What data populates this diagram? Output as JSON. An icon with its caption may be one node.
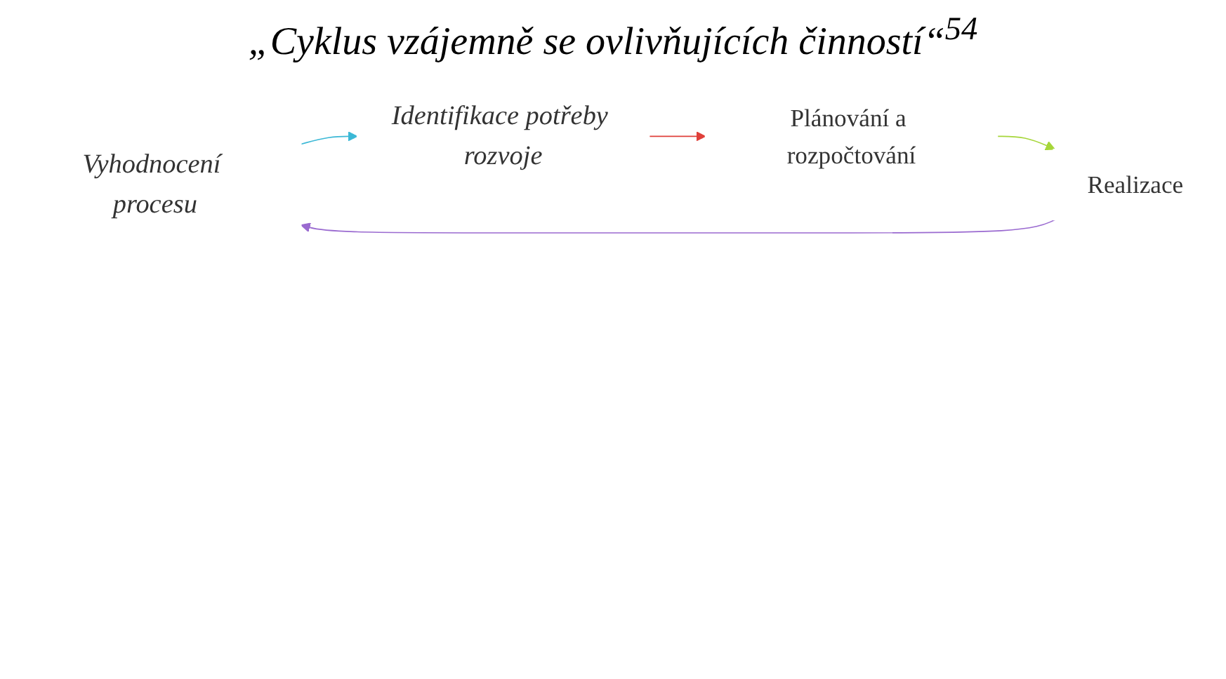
{
  "diagram": {
    "title": "„Cyklus vzájemně se ovlivňujících činností“$^{54}$",
    "nodes": [
      {
        "text": [
          "Vyhodnocení procesu"
        ]
      },
      {
        "text": [
          "Identifikace potřeby rozvoje"
        ]
      },
      {
        "text": [
          "Plánování a rozpočtování"
        ]
      },
      {
        "text": [
          "Realizace"
        ]
      }
    ],
    "edges": [
      {
        "from": 0,
        "to": 1,
        "arrow": "to",
        "color": "#3bb8d6"
      },
      {
        "from": 1,
        "to": 2,
        "arrow": "to",
        "color": "#e0403a"
      },
      {
        "from": 2,
        "to": 3,
        "arrow": "to",
        "color": "#a6d63a"
      },
      {
        "from": 3,
        "to": 0,
        "arrow": "to",
        "color": "#9a6ad0"
      }
    ]
  }
}
